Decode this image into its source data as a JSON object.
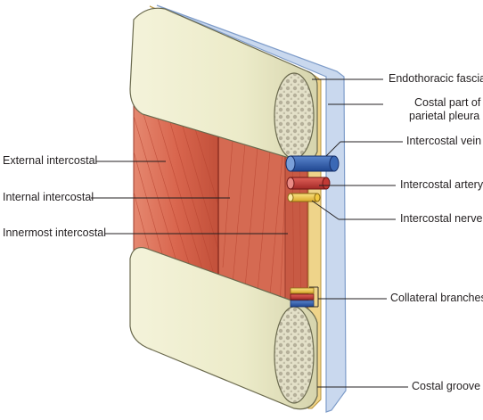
{
  "labels": {
    "left": [
      "External intercostal",
      "Internal intercostal",
      "Innermost intercostal"
    ],
    "right": [
      "Endothoracic fascia",
      "Costal part of",
      "parietal pleura",
      "Intercostal vein",
      "Intercostal artery",
      "Intercostal nerve",
      "Collateral branches",
      "Costal groove"
    ]
  },
  "colors": {
    "rib_fill": "#ecebc9",
    "rib_shadow": "#c9c7a0",
    "bone_spongy": "#bdb9a6",
    "muscle": "#d9664e",
    "muscle_light": "#e99a83",
    "muscle_dark": "#b7432f",
    "pleura": "#c9d8ee",
    "pleura_edge": "#7e9cc9",
    "fascia": "#efd48a",
    "vein": "#2d5fae",
    "artery": "#c23a35",
    "nerve": "#f2c842",
    "line": "#231f20"
  }
}
